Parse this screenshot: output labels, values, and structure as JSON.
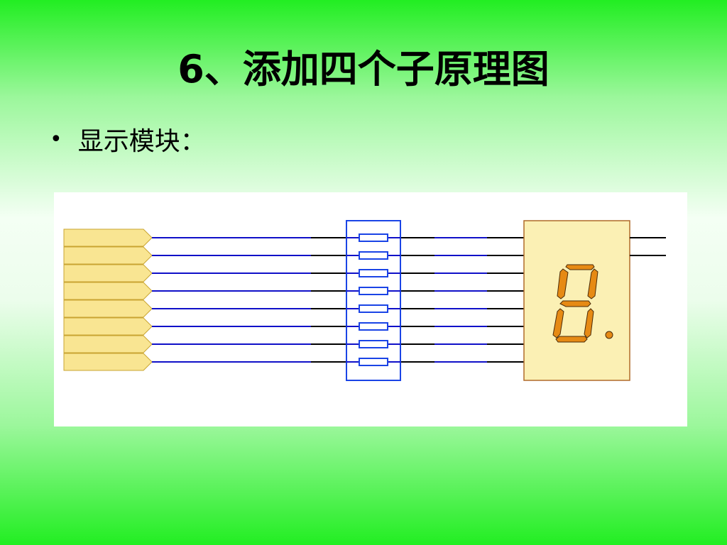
{
  "slide": {
    "title": "6、添加四个子原理图",
    "bullet_symbol": "•",
    "bullet_text": "显示模块："
  },
  "diagram": {
    "port_count": 8,
    "resistor_count": 8,
    "display_output_lines": 2,
    "colors": {
      "port_fill": "#f9e592",
      "port_stroke": "#c9a431",
      "wire_blue": "#1010c8",
      "wire_black": "#000000",
      "resistor_stroke": "#1a44e6",
      "display_fill": "#fbf0b4",
      "display_stroke": "#b06a2a",
      "segment": "#e68a14",
      "segment_outline": "#4a2a08"
    }
  }
}
